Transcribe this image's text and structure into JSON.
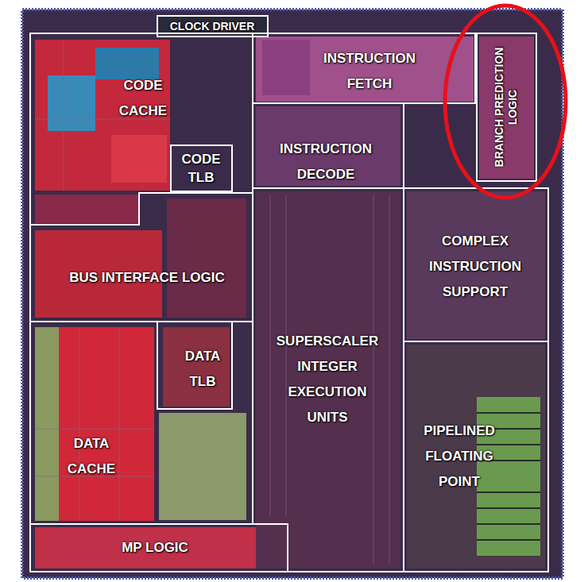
{
  "diagram": {
    "nodes": [
      {
        "text": [
          "CLOCK DRIVER"
        ]
      },
      {
        "text": [
          "CODE CACHE"
        ]
      },
      {
        "text": [
          "CODE TLB"
        ],
        "in": 1
      },
      {
        "text": [
          "INSTRUCTION FETCH"
        ]
      },
      {
        "text": [
          "BRANCH PREDICTION LOGIC"
        ]
      },
      {
        "text": [
          "INSTRUCTION DECODE"
        ]
      },
      {
        "text": [
          "BUS INTERFACE LOGIC"
        ]
      },
      {
        "text": [
          "COMPLEX INSTRUCTION SUPPORT"
        ]
      },
      {
        "text": [
          "DATA CACHE"
        ]
      },
      {
        "text": [
          "DATA TLB"
        ],
        "in": 8
      },
      {
        "text": [
          "SUPERSCALER INTEGER EXECUTION UNITS"
        ]
      },
      {
        "text": [
          "PIPELINED FLOATING POINT"
        ]
      },
      {
        "text": [
          "MP LOGIC"
        ]
      }
    ]
  }
}
